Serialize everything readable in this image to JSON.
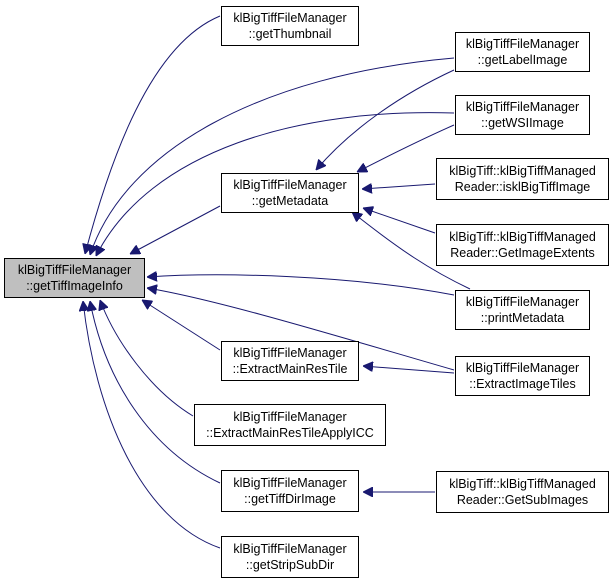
{
  "graph": {
    "edge_color": "#191970",
    "nodes": {
      "root": [
        "klBigTiffFileManager",
        "::getTiffImageInfo"
      ],
      "thumb": [
        "klBigTiffFileManager",
        "::getThumbnail"
      ],
      "meta": [
        "klBigTiffFileManager",
        "::getMetadata"
      ],
      "extract_main": [
        "klBigTiffFileManager",
        "::ExtractMainResTile"
      ],
      "extract_icc": [
        "klBigTiffFileManager",
        "::ExtractMainResTileApplyICC"
      ],
      "tiffdir": [
        "klBigTiffFileManager",
        "::getTiffDirImage"
      ],
      "strip": [
        "klBigTiffFileManager",
        "::getStripSubDir"
      ],
      "label": [
        "klBigTiffFileManager",
        "::getLabelImage"
      ],
      "wsi": [
        "klBigTiffFileManager",
        "::getWSIImage"
      ],
      "isbig": [
        "klBigTiff::klBigTiffManaged",
        "Reader::isklBigTiffImage"
      ],
      "extents": [
        "klBigTiff::klBigTiffManaged",
        "Reader::GetImageExtents"
      ],
      "print": [
        "klBigTiffFileManager",
        "::printMetadata"
      ],
      "tiles": [
        "klBigTiffFileManager",
        "::ExtractImageTiles"
      ],
      "subimg": [
        "klBigTiff::klBigTiffManaged",
        "Reader::GetSubImages"
      ]
    }
  }
}
